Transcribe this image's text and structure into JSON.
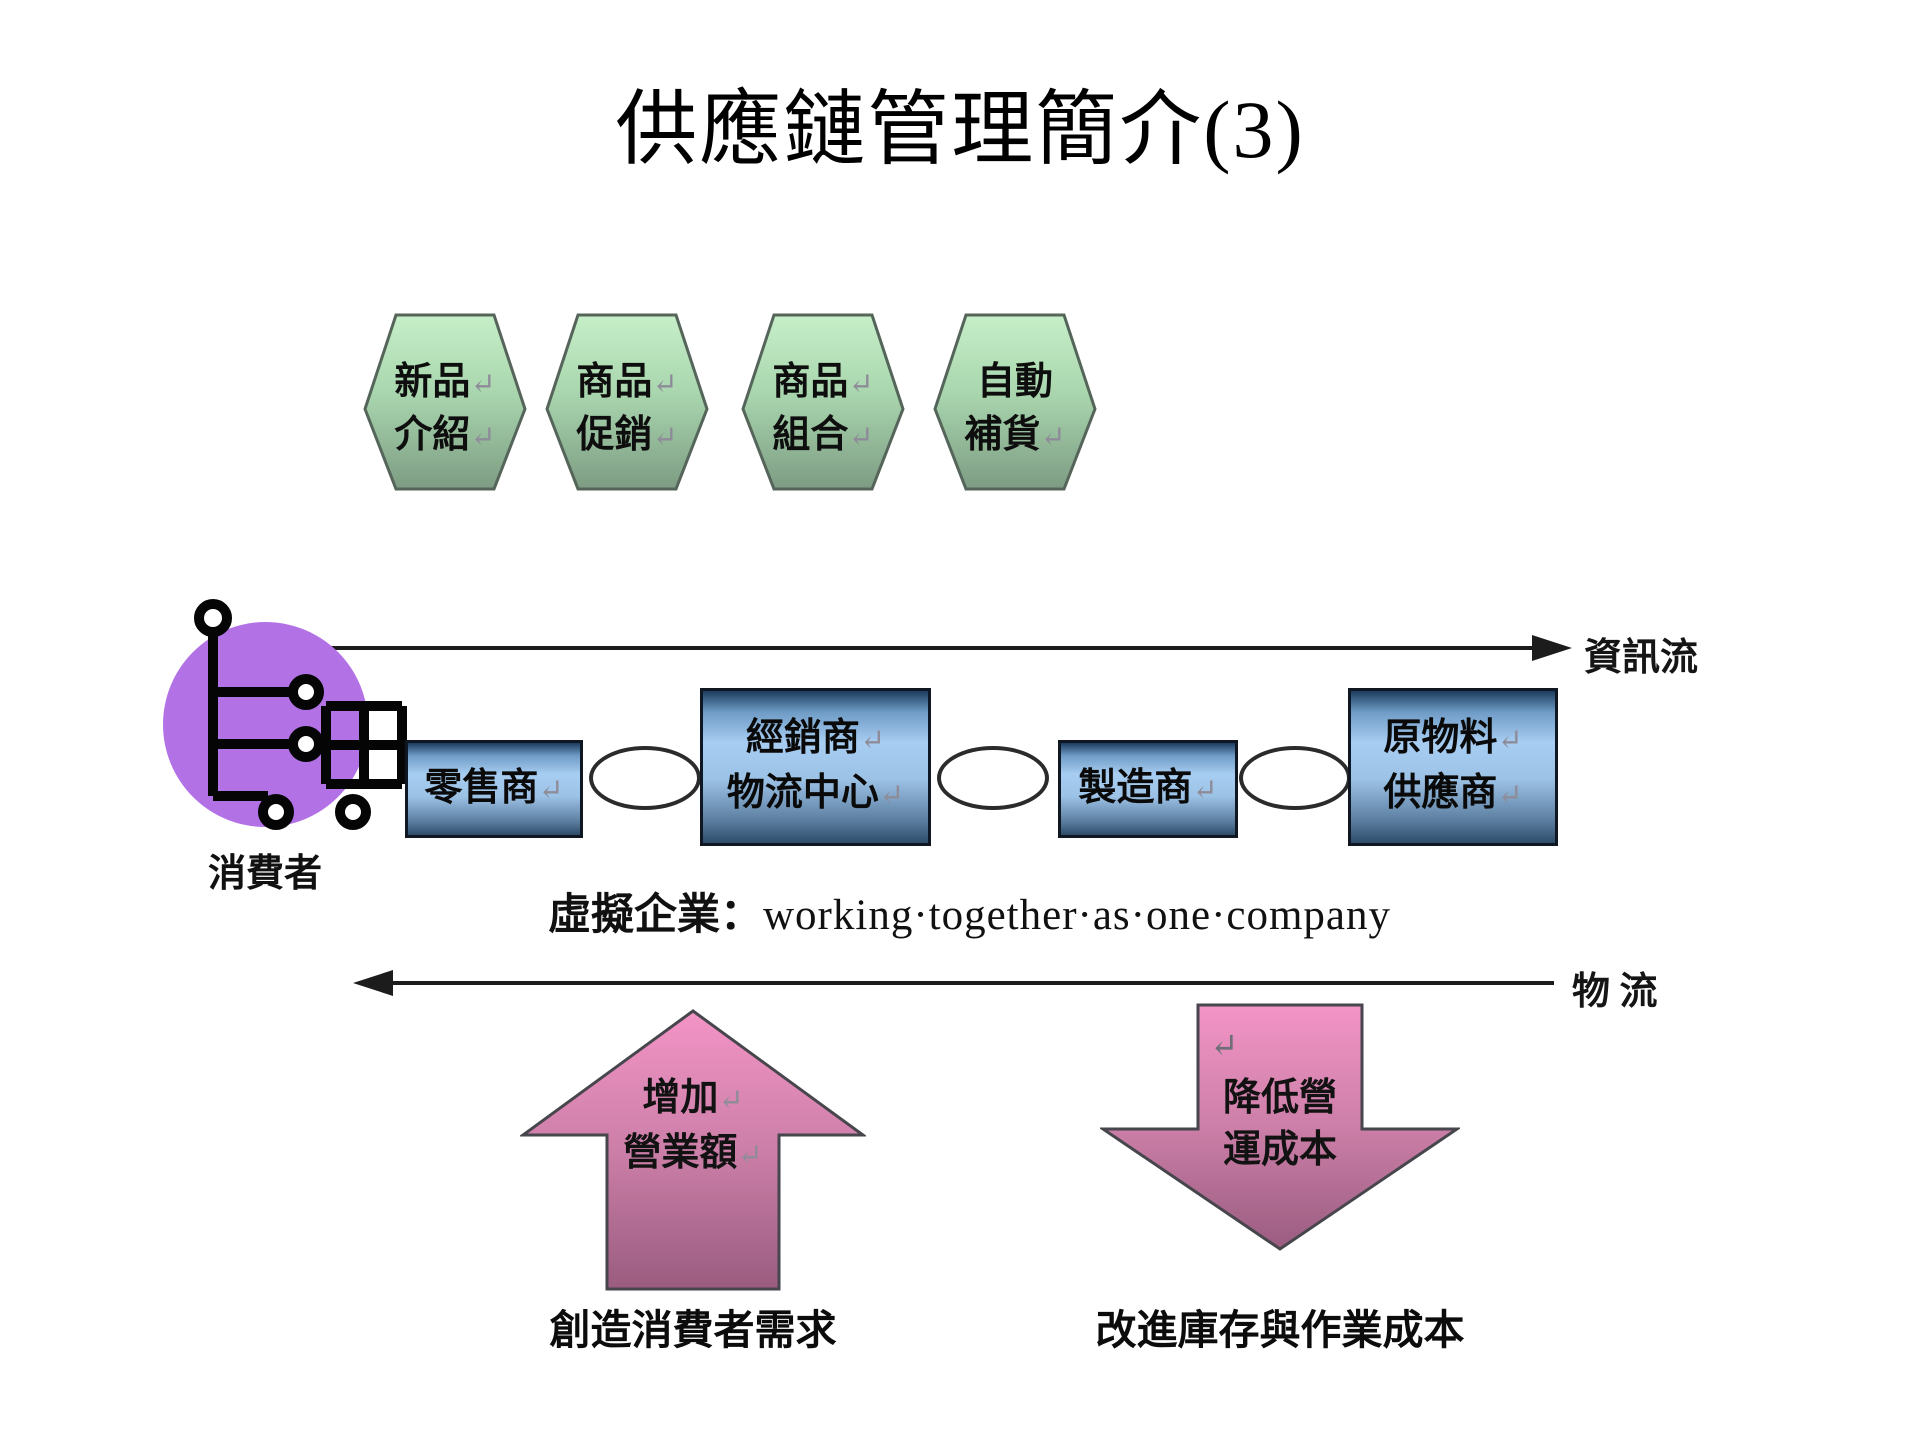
{
  "title": "供應鏈管理簡介(3)",
  "hexagons": [
    {
      "l1": "新品",
      "m1": "↵",
      "l2": "介紹",
      "m2": "↵"
    },
    {
      "l1": "商品",
      "m1": "↵",
      "l2": "促銷",
      "m2": "↵"
    },
    {
      "l1": "商品",
      "m1": "↵",
      "l2": "組合",
      "m2": "↵"
    },
    {
      "l1": "自動",
      "m1": "",
      "l2": "補貨",
      "m2": "↵"
    }
  ],
  "info_flow_label": "資訊流",
  "physical_flow_label": "物 流",
  "consumer_label": "消費者",
  "chain": [
    {
      "l1": "零售商",
      "m1": "↵"
    },
    {
      "l1": "經銷商",
      "m1": "↵",
      "l2": "物流中心",
      "m2": "↵"
    },
    {
      "l1": "製造商",
      "m1": "↵"
    },
    {
      "l1": "原物料",
      "m1": "↵",
      "l2": "供應商",
      "m2": "↵"
    }
  ],
  "virtual_enterprise": {
    "cjk": "虛擬企業：",
    "english": "working·together·as·one·company"
  },
  "up_arrow": {
    "l1": "增加",
    "m1": "↵",
    "l2": "營業額",
    "m2": "↵"
  },
  "up_caption": "創造消費者需求",
  "down_arrow": {
    "m0": "↵",
    "l1": "降低營",
    "l2": "運成本"
  },
  "down_caption": "改進庫存與作業成本",
  "colors": {
    "hexagon_top": "#c6efc8",
    "hexagon_bottom": "#7d9c83",
    "box_dark": "#1c3c5e",
    "box_light": "#a8cdf2",
    "arrow_top": "#f394c6",
    "arrow_bottom": "#9a5c80",
    "consumer_circle": "#b272e6"
  }
}
